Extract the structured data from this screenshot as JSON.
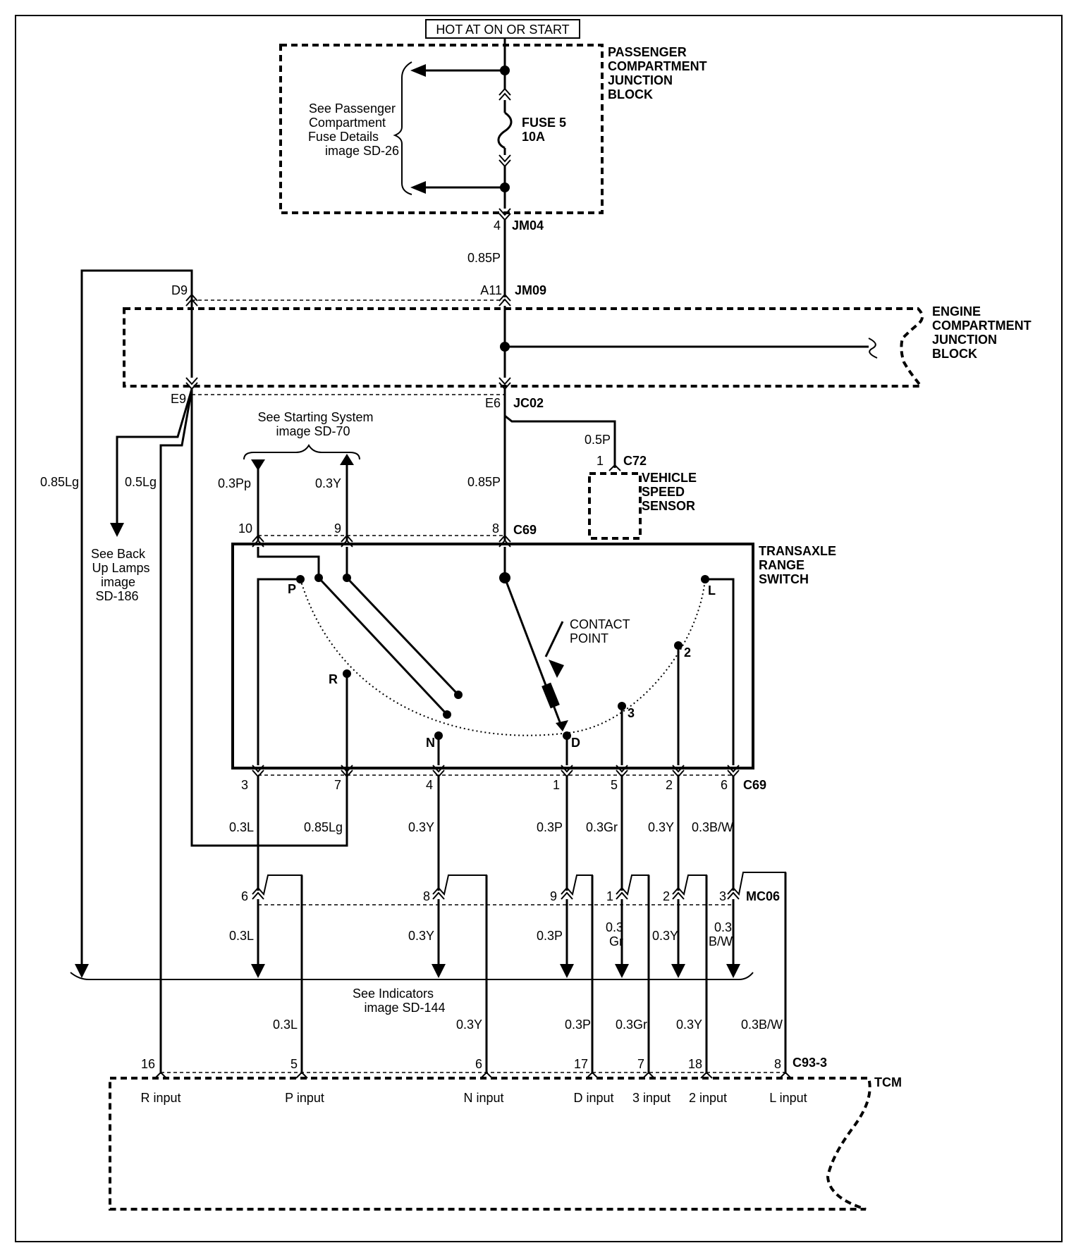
{
  "header": {
    "power_label": "HOT AT ON OR START"
  },
  "blocks": {
    "passenger_jb": [
      "PASSENGER",
      "COMPARTMENT",
      "JUNCTION",
      "BLOCK"
    ],
    "engine_jb": [
      "ENGINE",
      "COMPARTMENT",
      "JUNCTION",
      "BLOCK"
    ],
    "transaxle": [
      "TRANSAXLE",
      "RANGE",
      "SWITCH"
    ],
    "vss": [
      "VEHICLE",
      "SPEED",
      "SENSOR"
    ],
    "tcm": "TCM"
  },
  "fuse": {
    "name": "FUSE 5",
    "rating": "10A"
  },
  "notes": {
    "fuse_details": [
      "See Passenger",
      "Compartment",
      "Fuse Details",
      "image SD-26"
    ],
    "starting": [
      "See Starting System",
      "image SD-70"
    ],
    "backup": [
      "See Back",
      "Up Lamps",
      "image",
      "SD-186"
    ],
    "indicators": [
      "See Indicators",
      "image SD-144"
    ],
    "contact_point": [
      "CONTACT",
      "POINT"
    ]
  },
  "connectors": {
    "jm04": "JM04",
    "jm09": "JM09",
    "jc02": "JC02",
    "c72": "C72",
    "c69_top": "C69",
    "c69_bottom": "C69",
    "mc06": "MC06",
    "c93": "C93-3"
  },
  "pins": {
    "jm04": "4",
    "a11": "A11",
    "d9": "D9",
    "e9": "E9",
    "e6": "E6",
    "c72": "1",
    "c69_top": [
      "10",
      "9",
      "8"
    ],
    "c69_bottom": [
      "3",
      "7",
      "4",
      "1",
      "5",
      "2",
      "6"
    ],
    "mc06": [
      "6",
      "8",
      "9",
      "1",
      "2",
      "3"
    ],
    "c93": [
      "16",
      "5",
      "6",
      "17",
      "7",
      "18",
      "8"
    ]
  },
  "wires": {
    "w_085p_a": "0.85P",
    "w_085p_b": "0.85P",
    "w_05p": "0.5P",
    "w_085lg": "0.85Lg",
    "w_05lg": "0.5Lg",
    "w_03pp": "0.3Pp",
    "w_03y_top": "0.3Y",
    "mid": [
      "0.3L",
      "0.85Lg",
      "0.3Y",
      "0.3P",
      "0.3Gr",
      "0.3Y",
      "0.3B/W"
    ],
    "lower_left": [
      "0.3L",
      "0.3Y",
      "0.3P",
      "0.3Y"
    ],
    "lower_stack": [
      [
        "0.3",
        "Gr"
      ],
      [
        "0.3",
        "B/W"
      ]
    ],
    "tcm_feed": [
      "0.3L",
      "0.3Y",
      "0.3P",
      "0.3Gr",
      "0.3Y",
      "0.3B/W"
    ]
  },
  "positions": [
    "P",
    "R",
    "N",
    "D",
    "3",
    "2",
    "L"
  ],
  "tcm_inputs": [
    "R input",
    "P input",
    "N input",
    "D input",
    "3 input",
    "2 input",
    "L input"
  ]
}
